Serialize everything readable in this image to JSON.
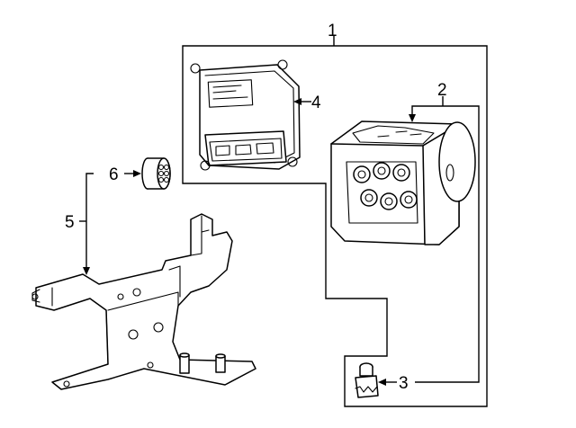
{
  "callouts": {
    "c1": "1",
    "c2": "2",
    "c3": "3",
    "c4": "4",
    "c5": "5",
    "c6": "6"
  },
  "parts": {
    "p1": "abs-assembly",
    "p2": "modulator-valve-body",
    "p3": "sensor-connector",
    "p4": "control-module",
    "p5": "mounting-bracket",
    "p6": "rubber-grommet"
  }
}
